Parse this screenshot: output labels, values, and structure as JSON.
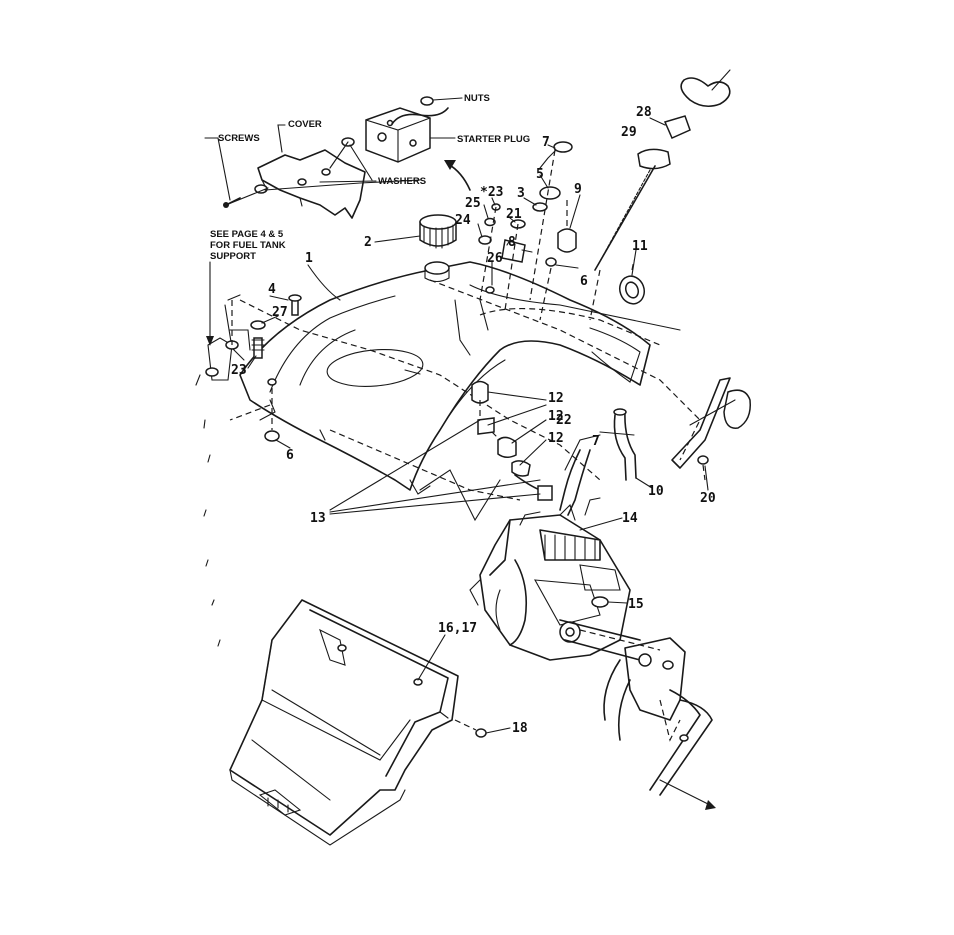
{
  "callouts": {
    "nuts": "NUTS",
    "cover": "COVER",
    "screws": "SCREWS",
    "starter_plug": "STARTER PLUG",
    "washers": "WASHERS",
    "see_page_line1": "SEE PAGE 4 & 5",
    "see_page_line2": "FOR FUEL TANK",
    "see_page_line3": "SUPPORT"
  },
  "part_numbers": {
    "p1": "1",
    "p2": "2",
    "p3": "3",
    "p4": "4",
    "p5": "5",
    "p6a": "6",
    "p6b": "6",
    "p7a": "7",
    "p7b": "7",
    "p8": "8",
    "p9": "9",
    "p10": "10",
    "p11": "11",
    "p12a": "12",
    "p12b": "12",
    "p12c": "12",
    "p13": "13",
    "p14": "14",
    "p15": "15",
    "p16_17": "16,17",
    "p18": "18",
    "p20": "20",
    "p21": "21",
    "p22": "22",
    "p23a": "*23",
    "p23b": "23",
    "p24": "24",
    "p25": "25",
    "p26": "26",
    "p27": "27",
    "p28": "28",
    "p29": "29"
  }
}
